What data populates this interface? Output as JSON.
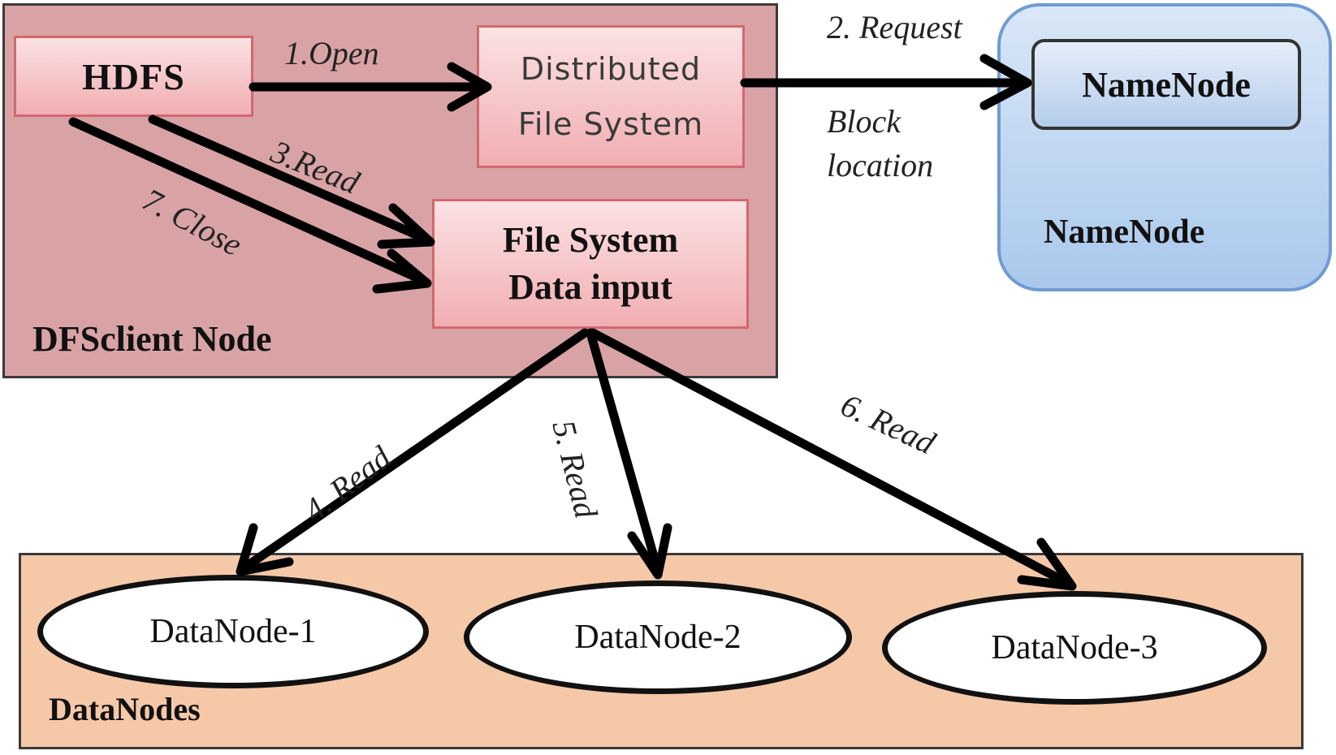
{
  "client_node": {
    "caption": "DFSclient Node",
    "hdfs_label": "HDFS",
    "dfs_line1": "Distributed",
    "dfs_line2": "File System",
    "fsdi_line1": "File System",
    "fsdi_line2": "Data input"
  },
  "namenode": {
    "inner_label": "NameNode",
    "caption": "NameNode"
  },
  "datanodes": {
    "caption": "DataNodes",
    "nodes": [
      "DataNode-1",
      "DataNode-2",
      "DataNode-3"
    ]
  },
  "edges": {
    "open": "1.Open",
    "request": "2. Request",
    "block": "Block",
    "location": "location",
    "read3": "3.Read",
    "read4": "4. Read",
    "read5": "5. Read",
    "read6": "6. Read",
    "close7": "7. Close"
  },
  "colors": {
    "client_region": "#d9a3a6",
    "pink_box": "#f1aeb2",
    "namenode_region": "#aac8ec",
    "datanodes_region": "#f5c8a8",
    "arrow": "#000000"
  }
}
